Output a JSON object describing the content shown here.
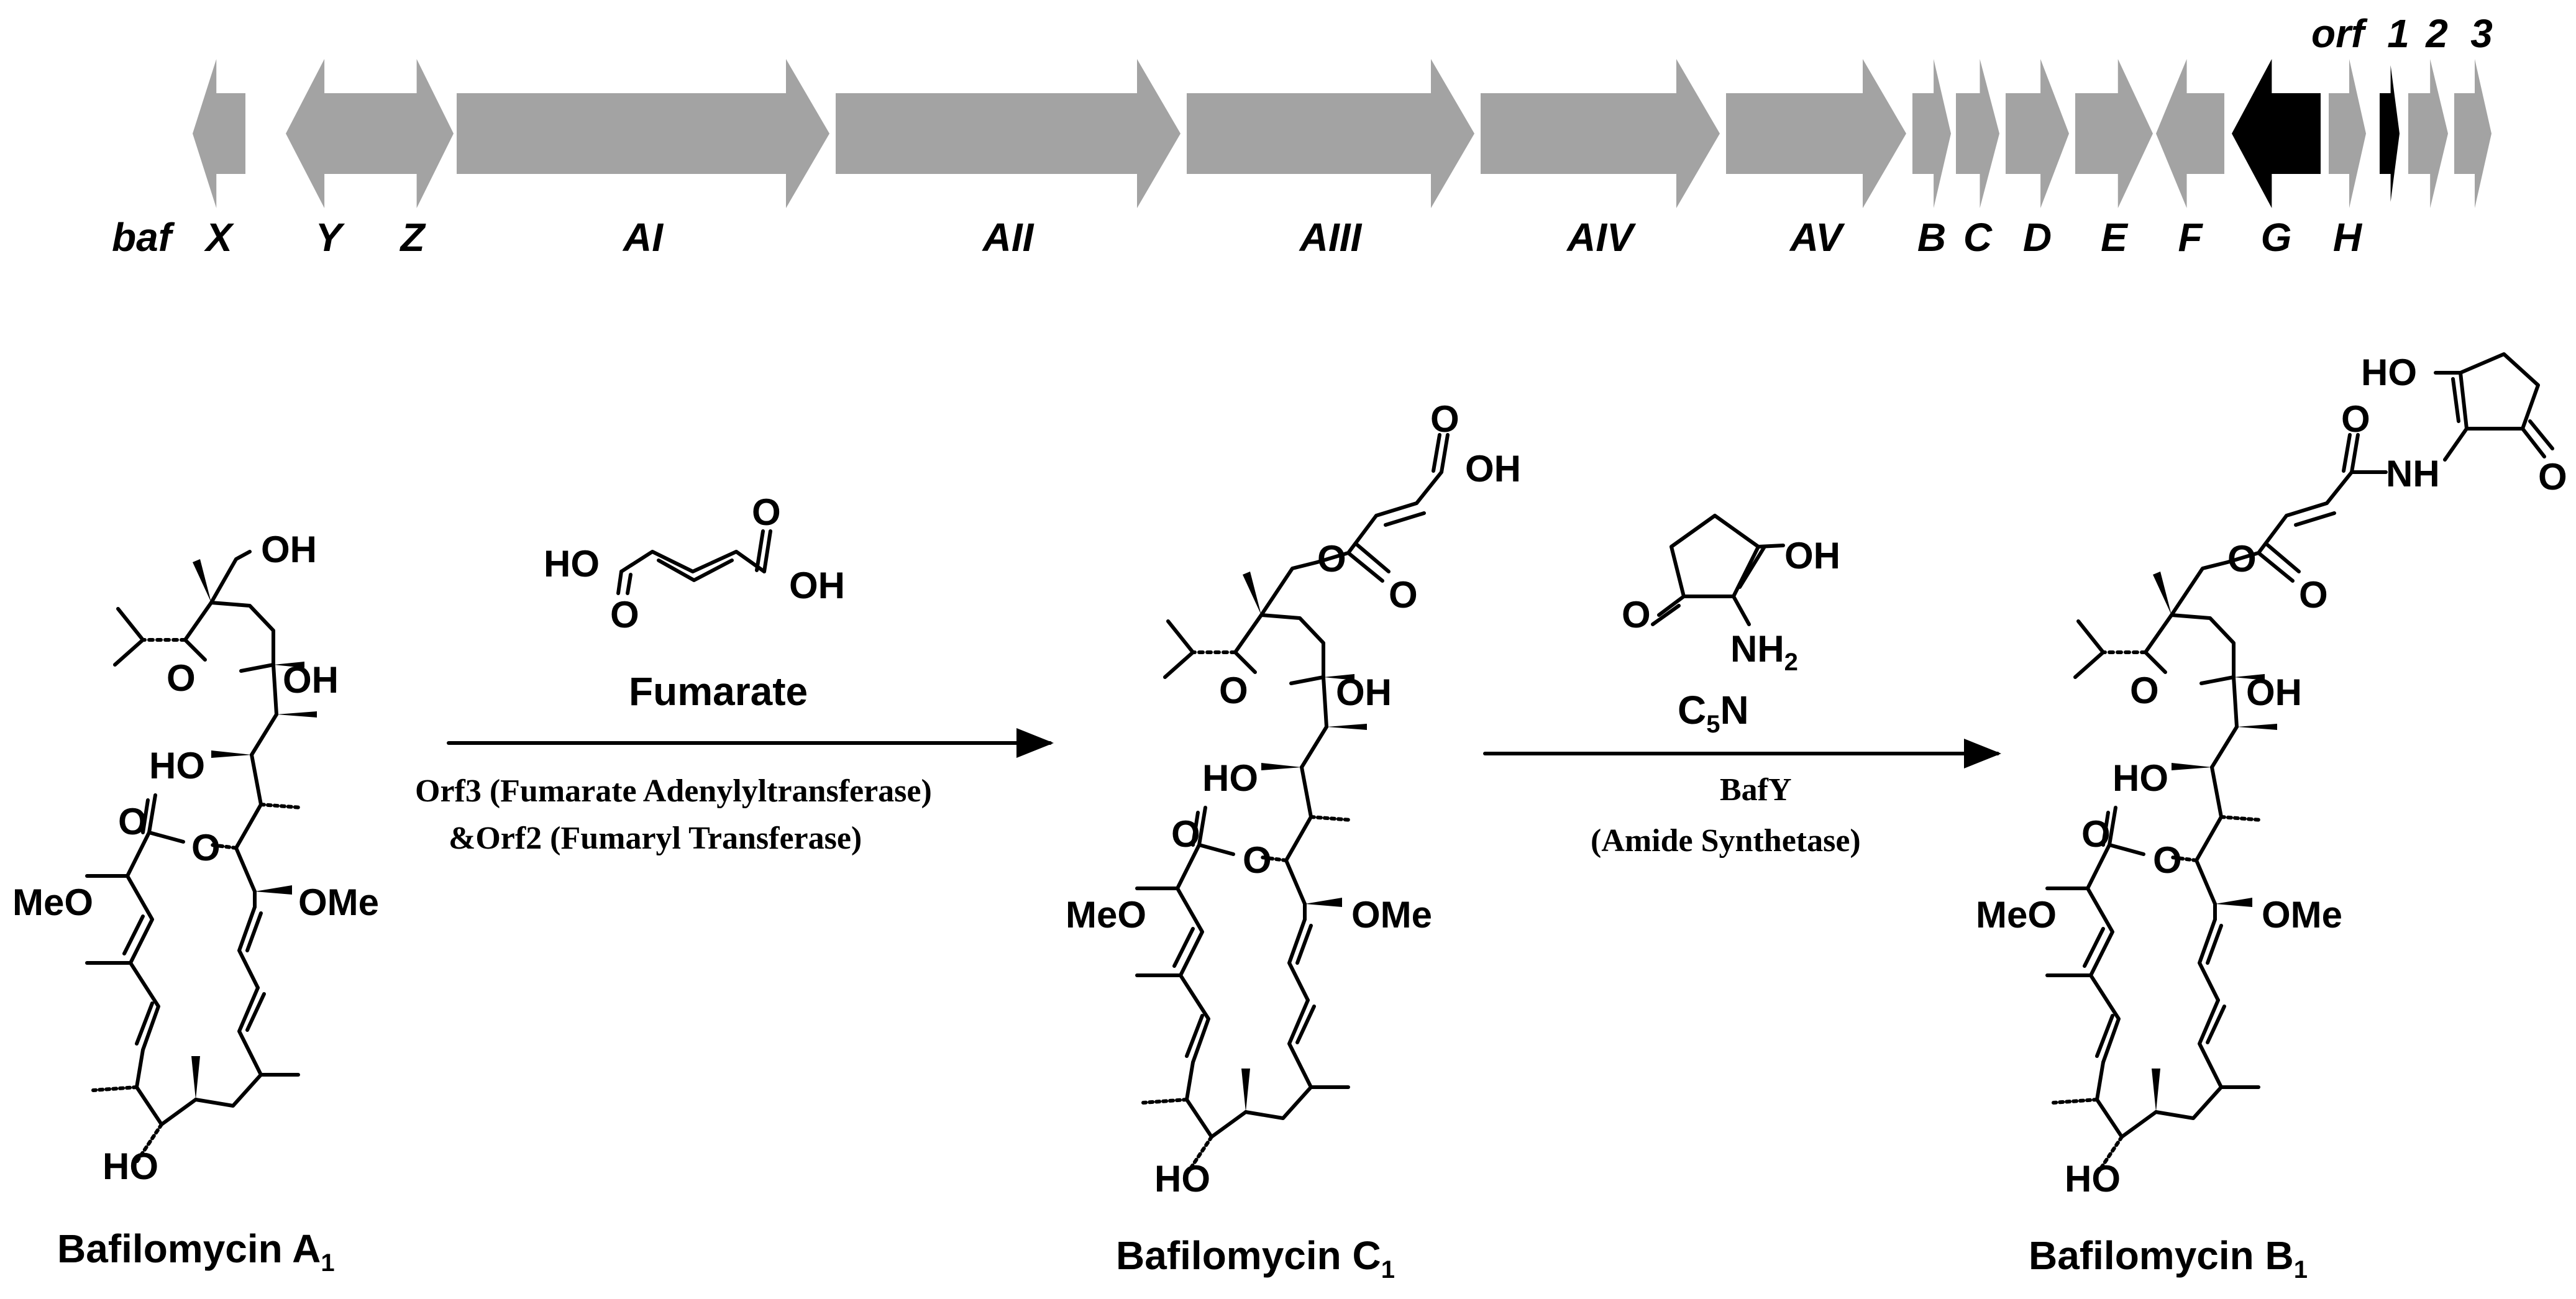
{
  "gene_cluster": {
    "prefix": "baf",
    "genes": [
      {
        "label": "X",
        "dir": "left",
        "color": "#a3a3a3"
      },
      {
        "label": "Y",
        "dir": "left",
        "color": "#a3a3a3"
      },
      {
        "label": "Z",
        "dir": "right",
        "color": "#a3a3a3"
      },
      {
        "label": "AI",
        "dir": "right",
        "color": "#a3a3a3"
      },
      {
        "label": "AII",
        "dir": "right",
        "color": "#a3a3a3"
      },
      {
        "label": "AIII",
        "dir": "right",
        "color": "#a3a3a3"
      },
      {
        "label": "AIV",
        "dir": "right",
        "color": "#a3a3a3"
      },
      {
        "label": "AV",
        "dir": "right",
        "color": "#a3a3a3"
      },
      {
        "label": "B",
        "dir": "right",
        "color": "#a3a3a3"
      },
      {
        "label": "C",
        "dir": "right",
        "color": "#a3a3a3"
      },
      {
        "label": "D",
        "dir": "right",
        "color": "#a3a3a3"
      },
      {
        "label": "E",
        "dir": "right",
        "color": "#a3a3a3"
      },
      {
        "label": "F",
        "dir": "left",
        "color": "#a3a3a3"
      },
      {
        "label": "G",
        "dir": "left",
        "color": "#000000"
      },
      {
        "label": "H",
        "dir": "right",
        "color": "#a3a3a3"
      },
      {
        "label": "1",
        "dir": "right",
        "color": "#000000"
      },
      {
        "label": "2",
        "dir": "right",
        "color": "#a3a3a3"
      },
      {
        "label": "3",
        "dir": "right",
        "color": "#a3a3a3"
      }
    ],
    "orf_prefix": "orf"
  },
  "compounds": {
    "a1": {
      "name": "Bafilomycin A",
      "sub": "1"
    },
    "c1": {
      "name": "Bafilomycin C",
      "sub": "1"
    },
    "b1": {
      "name": "Bafilomycin B",
      "sub": "1"
    }
  },
  "atoms": {
    "oh": "OH",
    "ho": "HO",
    "o": "O",
    "meo": "MeO",
    "ome": "OMe",
    "nh": "NH",
    "nh2_main": "NH",
    "nh2_sub": "2"
  },
  "step1": {
    "reagent": "Fumarate",
    "enzyme_line1": "Orf3 (Fumarate Adenylyltransferase)",
    "enzyme_line2": "&Orf2 (Fumaryl Transferase)"
  },
  "step2": {
    "reagent_main": "C",
    "reagent_sub": "5",
    "reagent_tail": "N",
    "enzyme_line1": "BafY",
    "enzyme_line2": "(Amide Synthetase)"
  }
}
